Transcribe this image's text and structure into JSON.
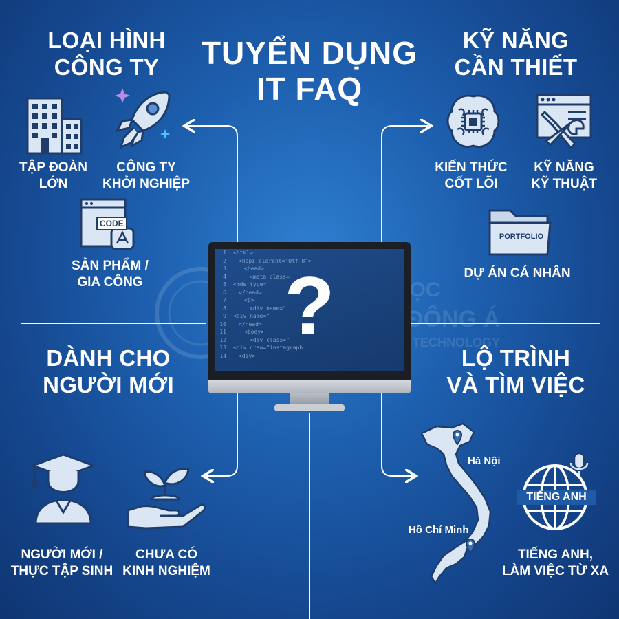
{
  "title": {
    "line1": "TUYỂN DỤNG",
    "line2": "IT FAQ"
  },
  "sections": {
    "company_types": {
      "heading_line1": "LOẠI HÌNH",
      "heading_line2": "CÔNG TY",
      "items": [
        {
          "label_line1": "TẬP ĐOÀN",
          "label_line2": "LỚN",
          "icon": "building-icon"
        },
        {
          "label_line1": "CÔNG TY",
          "label_line2": "KHỞI NGHIỆP",
          "icon": "rocket-icon"
        },
        {
          "label_line1": "SẢN PHẨM /",
          "label_line2": "GIA CÔNG",
          "icon": "code-box-icon",
          "badge": "CODE"
        }
      ]
    },
    "skills": {
      "heading_line1": "KỸ NĂNG",
      "heading_line2": "CẦN THIẾT",
      "items": [
        {
          "label_line1": "KIẾN THỨC",
          "label_line2": "CỐT LÕI",
          "icon": "brain-chip-icon"
        },
        {
          "label_line1": "KỸ NĂNG",
          "label_line2": "KỸ THUẬT",
          "icon": "browser-tools-icon"
        },
        {
          "label_line1": "DỰ ÁN CÁ NHÂN",
          "label_line2": "",
          "icon": "portfolio-folder-icon",
          "badge": "PORTFOLIO"
        }
      ]
    },
    "newcomers": {
      "heading_line1": "DÀNH CHO",
      "heading_line2": "NGƯỜI MỚI",
      "items": [
        {
          "label_line1": "NGƯỜI MỚI /",
          "label_line2": "THỰC TẬP SINH",
          "icon": "graduate-icon"
        },
        {
          "label_line1": "CHƯA CÓ",
          "label_line2": "KINH NGHIỆM",
          "icon": "hand-sprout-icon"
        }
      ]
    },
    "career_path": {
      "heading_line1": "LỘ TRÌNH",
      "heading_line2": "VÀ TÌM VIỆC",
      "map": {
        "city_north": "Hà Nội",
        "city_south": "Hồ Chí Minh",
        "icon": "vietnam-map-icon"
      },
      "globe": {
        "label": "TIẾNG ANH",
        "icon": "globe-microphone-icon"
      },
      "items": [
        {
          "label_line1": "TIẾNG ANH,",
          "label_line2": "LÀM VIỆC TỪ XA"
        }
      ]
    }
  },
  "monitor": {
    "symbol": "?",
    "icon": "monitor-question-icon",
    "code_lines": [
      "<html>",
      "<hopi clorent=\"Utf-8\">",
      "<head>",
      "<meta class=",
      "<mde type=",
      "</head>",
      "<p>",
      "<div name=\"",
      "<div name=\"",
      "</head>",
      "<body>",
      "<div class=\"",
      "<div craw=\"instagraph",
      "<div>"
    ]
  },
  "watermark": {
    "line1": "TRƯỜNG ĐẠI HỌC",
    "line2": "CÔNG NGHỆ ĐÔNG Á",
    "line3": "OF TECHNOLOGY"
  },
  "colors": {
    "background": "#1d5fae",
    "icon_fill": "#dbe6f4",
    "icon_stroke": "#1f3d6b",
    "star_purple": "#b98be8",
    "star_blue": "#4fc3f7"
  }
}
